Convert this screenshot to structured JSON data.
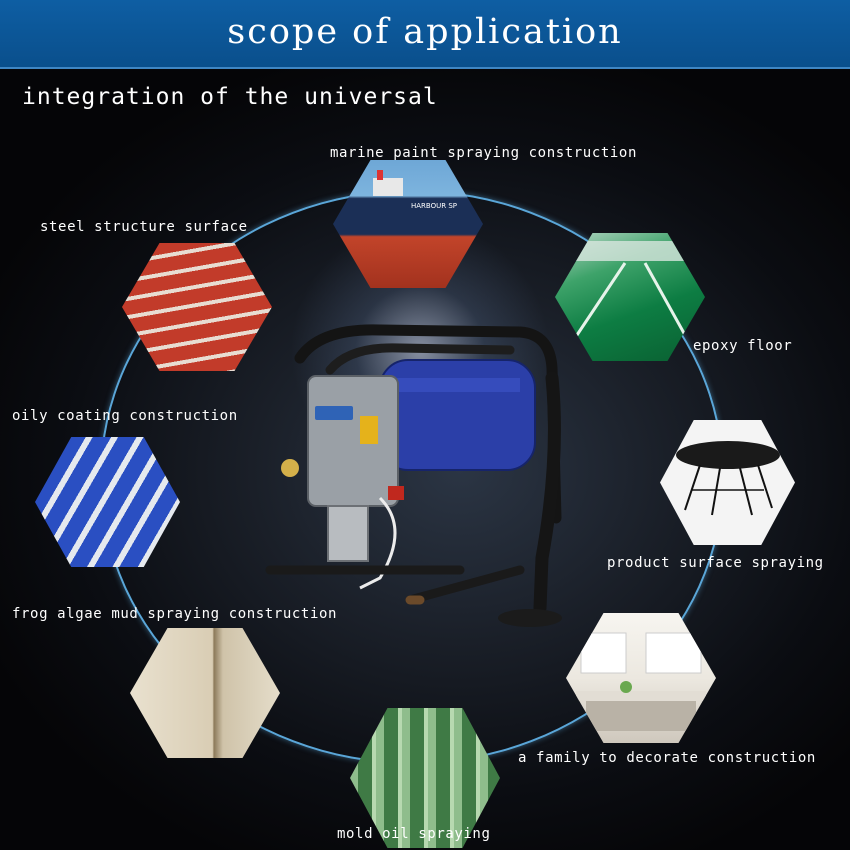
{
  "header": {
    "title": "scope of application"
  },
  "subtitle": "integration of the universal",
  "applications": {
    "marine": "marine paint spraying construction",
    "steel": "steel structure surface",
    "epoxy": "epoxy floor",
    "oily": "oily coating construction",
    "product": "product surface spraying",
    "frog": "frog algae mud spraying construction",
    "family": "a family to decorate construction",
    "mold": "mold oil spraying"
  },
  "ship_text": "HARBOUR SP",
  "colors": {
    "header_blue": "#0e5ea3",
    "ring": "#5aa6d8",
    "machine_blue": "#2b3fa8"
  }
}
